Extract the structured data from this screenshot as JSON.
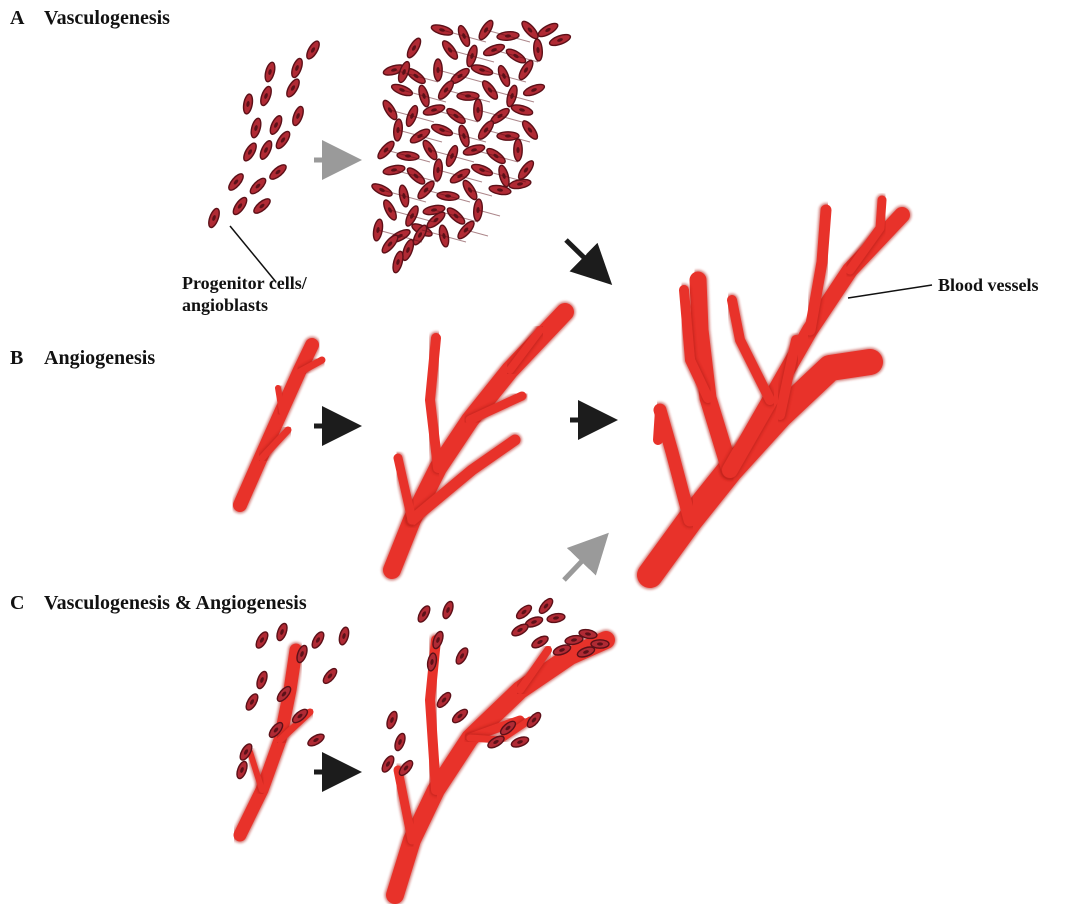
{
  "panels": [
    {
      "letter": "A",
      "title": "Vasculogenesis"
    },
    {
      "letter": "B",
      "title": "Angiogenesis"
    },
    {
      "letter": "C",
      "title": "Vasculogenesis & Angiogenesis"
    }
  ],
  "annotations": {
    "progenitor_line1": "Progenitor cells/",
    "progenitor_line2": "angioblasts",
    "blood_vessels": "Blood vessels"
  },
  "colors": {
    "vessel": "#e8322a",
    "vessel_dark": "#b01c18",
    "cell": "#b02a34",
    "cell_dark": "#5c1018",
    "arrow_dark": "#1c1c1c",
    "arrow_grey": "#9a9a9a"
  }
}
